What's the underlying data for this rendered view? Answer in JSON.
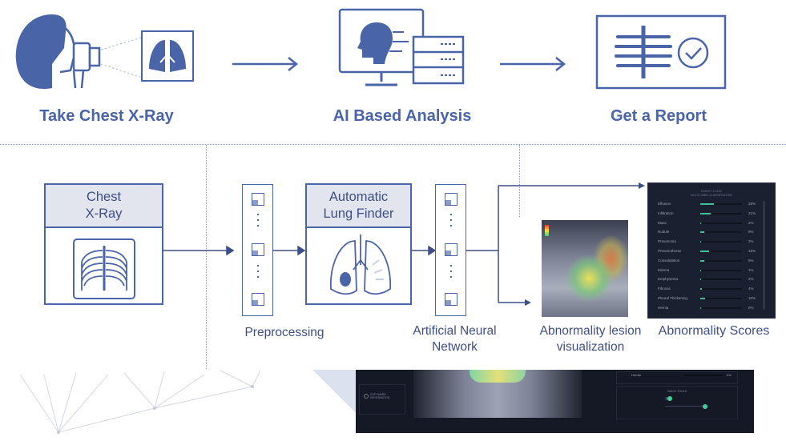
{
  "stages": [
    {
      "label": "Take Chest X-Ray",
      "icon": "person-camera-icon"
    },
    {
      "label": "AI Based Analysis",
      "icon": "ai-monitor-icon"
    },
    {
      "label": "Get a Report",
      "icon": "report-check-icon"
    }
  ],
  "pipeline": {
    "input_box": "Chest X-Ray",
    "preprocessing": "Preprocessing",
    "lung_finder": "Automatic Lung Finder",
    "ann": "Artificial Neural Network",
    "visualization": "Abnormality lesion visualization",
    "scores": "Abnormality Scores"
  },
  "scores_panel": {
    "title": "CHEST X-RAY",
    "subtitle": "MULTI-LABEL CLASSIFICATION",
    "items": [
      {
        "name": "Effusion",
        "value": 28
      },
      {
        "name": "Infiltration",
        "value": 21
      },
      {
        "name": "Mass",
        "value": 2
      },
      {
        "name": "Nodule",
        "value": 9
      },
      {
        "name": "Pneumonia",
        "value": 2
      },
      {
        "name": "Pneumothorax",
        "value": 18
      },
      {
        "name": "Consolidation",
        "value": 8
      },
      {
        "name": "Edema",
        "value": 1
      },
      {
        "name": "Emphysema",
        "value": 2
      },
      {
        "name": "Fibrosis",
        "value": 4
      },
      {
        "name": "Pleural Thickening",
        "value": 10
      },
      {
        "name": "Hernia",
        "value": 0
      }
    ]
  },
  "bottom_panel": {
    "hernia": "Hernia",
    "hernia_value": "0%",
    "software_info": "SOFTWARE INFORMATION",
    "image_tools": "IMAGE TOOLS"
  },
  "colors": {
    "brand": "#4a64a8",
    "panel_dark": "#1b2030",
    "bar": "#3fbf9a"
  }
}
